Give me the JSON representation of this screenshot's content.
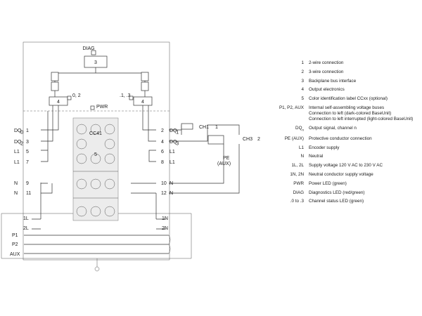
{
  "diagram": {
    "diag_label": "DIAG",
    "pwr_label": "PWR",
    "cc_label": "CC41",
    "led_left_label": "0, 2",
    "led_right_label": ".1, .3",
    "box_3": "3",
    "box_4_left": "4",
    "box_4_right": "4",
    "box_5": "5",
    "ch1_label": "CH1",
    "ch1_num": "1",
    "ch3_label": "CH3",
    "ch3_num": "2",
    "pe_label": "PE",
    "aux_label": "(AUX)",
    "left_terminals": [
      {
        "name": "DQ",
        "sub": "0",
        "num": "1"
      },
      {
        "name": "DQ",
        "sub": "2",
        "num": "3"
      },
      {
        "name": "L1",
        "sub": "",
        "num": "5"
      },
      {
        "name": "L1",
        "sub": "",
        "num": "7"
      },
      {
        "name": "N",
        "sub": "",
        "num": "9"
      },
      {
        "name": "N",
        "sub": "",
        "num": "11"
      }
    ],
    "right_terminals": [
      {
        "num": "2",
        "name": "DQ",
        "sub": "1"
      },
      {
        "num": "4",
        "name": "DQ",
        "sub": "3"
      },
      {
        "num": "6",
        "name": "L1",
        "sub": ""
      },
      {
        "num": "8",
        "name": "L1",
        "sub": ""
      },
      {
        "num": "10",
        "name": "N",
        "sub": ""
      },
      {
        "num": "12",
        "name": "N",
        "sub": ""
      }
    ],
    "bus_left": [
      "1L",
      "2L"
    ],
    "bus_right": [
      "1N",
      "2N"
    ],
    "rails": [
      "P1",
      "P2",
      "AUX"
    ]
  },
  "legend": [
    {
      "key": "1",
      "desc": "2-wire connection"
    },
    {
      "key": "2",
      "desc": "3-wire connection"
    },
    {
      "key": "3",
      "desc": "Backplane bus interface"
    },
    {
      "key": "4",
      "desc": "Output electronics"
    },
    {
      "key": "5",
      "desc": "Color identification label CCxx (optional)"
    },
    {
      "key": "P1, P2, AUX",
      "desc": "Internal self-assembling voltage buses\nConnection to left (dark-colored BaseUnit)\nConnection to left interrupted (light-colored BaseUnit)"
    },
    {
      "key": "DQn",
      "desc": "Output signal, channel n"
    },
    {
      "key": "PE (AUX)",
      "desc": "Protective conductor connection"
    },
    {
      "key": "L1",
      "desc": "Encoder supply"
    },
    {
      "key": "N",
      "desc": "Neutral"
    },
    {
      "key": "1L, 2L",
      "desc": "Supply voltage 120 V AC to 230 V AC"
    },
    {
      "key": "1N, 2N",
      "desc": "Neutral conductor supply voltage"
    },
    {
      "key": "PWR",
      "desc": "Power LED (green)"
    },
    {
      "key": "DIAG",
      "desc": "Diagnostics LED (red/green)"
    },
    {
      "key": ".0 to .3",
      "desc": "Channel status LED (green)"
    }
  ]
}
